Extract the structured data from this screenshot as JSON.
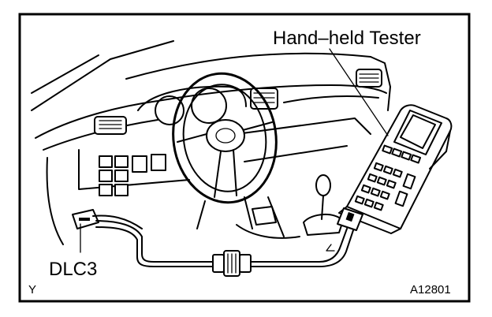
{
  "labels": {
    "tester": "Hand–held Tester",
    "connector": "DLC3",
    "corner": "Y",
    "figure_id": "A12801"
  }
}
